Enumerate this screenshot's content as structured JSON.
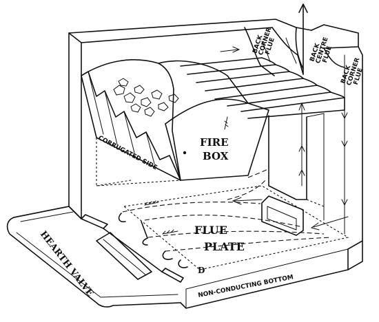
{
  "labels": {
    "fire_box_line1": "FIRE",
    "fire_box_line2": "BOX",
    "corrugated_side": "CORRUGATED SIDE",
    "flue_plate_line1": "FLUE",
    "flue_plate_line2": "PLATE",
    "hearth_valve": "HEARTH VALVE",
    "non_conducting_bottom": "NON-CONDUCTING BOTTOM",
    "back_corner_flue_left": [
      "BACK",
      "CORNER",
      "FLUE"
    ],
    "back_centre_flue": [
      "BACK",
      "CENTRE",
      "FLUE"
    ],
    "back_corner_flue_right": [
      "BACK",
      "CORNER",
      "FLUE"
    ],
    "marker_d": "D"
  }
}
